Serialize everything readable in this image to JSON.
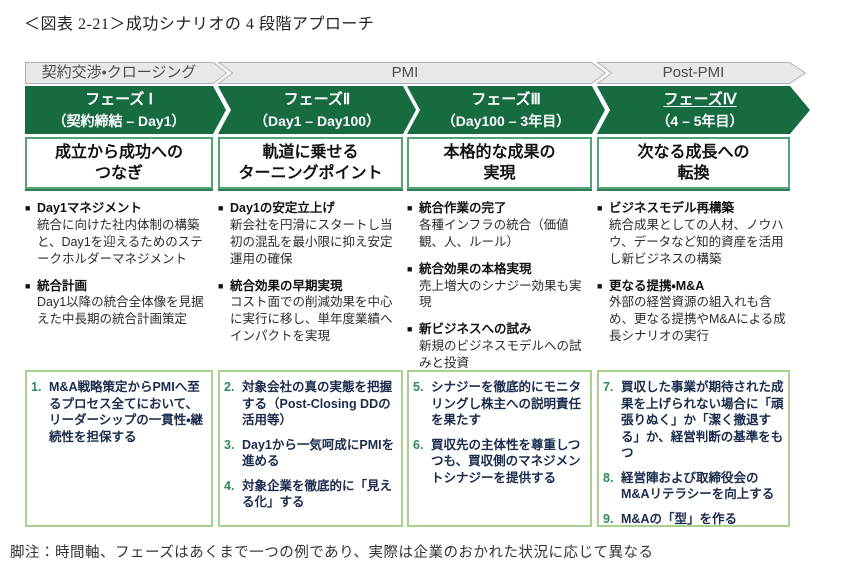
{
  "figure": {
    "title": "＜図表 2-21＞成功シナリオの 4 段階アプローチ",
    "footnote": "脚注：時間軸、フェーズはあくまで一つの例であり、実際は企業のおかれた状況に応じて異なる"
  },
  "colors": {
    "phase_arrow_green": "#176b41",
    "timeline_band_fill": "#e8e8e8",
    "timeline_band_stroke": "#b0b0b0",
    "headline_box_border": "#53a377",
    "action_box_border": "#a9d18e",
    "action_number_green": "#2e8b57",
    "action_text_navy": "#1a2b4c"
  },
  "timeline": {
    "bands": [
      {
        "label": "契約交渉・クロージング"
      },
      {
        "label": "PMI"
      },
      {
        "label": "Post-PMI"
      }
    ]
  },
  "phases": [
    {
      "name": "フェーズ Ⅰ",
      "period": "（契約締結 – Day1）",
      "headline": "成立から成功への\nつなぎ",
      "bullets": [
        {
          "title": "Day1マネジメント",
          "body": "統合に向けた社内体制の構築と、Day1を迎えるためのステークホルダーマネジメント"
        },
        {
          "title": "統合計画",
          "body": "Day1以降の統合全体像を見据えた中長期の統合計画策定"
        }
      ],
      "actions": [
        {
          "num": "1.",
          "text": "M&A戦略策定からPMIへ至るプロセス全てにおいて、リーダーシップの一貫性・継続性を担保する"
        }
      ]
    },
    {
      "name": "フェーズⅡ",
      "period": "（Day1 – Day100）",
      "headline": "軌道に乗せる\nターニングポイント",
      "bullets": [
        {
          "title": "Day1の安定立上げ",
          "body": "新会社を円滑にスタートし当初の混乱を最小限に抑え安定運用の確保"
        },
        {
          "title": "統合効果の早期実現",
          "body": "コスト面での削減効果を中心に実行に移し、単年度業績へインパクトを実現"
        }
      ],
      "actions": [
        {
          "num": "2.",
          "text": "対象会社の真の実態を把握する（Post-Closing DDの活用等）"
        },
        {
          "num": "3.",
          "text": "Day1から一気呵成にPMIを進める"
        },
        {
          "num": "4.",
          "text": "対象企業を徹底的に「見える化」する"
        }
      ]
    },
    {
      "name": "フェーズⅢ",
      "period": "（Day100 – 3年目）",
      "headline": "本格的な成果の\n実現",
      "bullets": [
        {
          "title": "統合作業の完了",
          "body": "各種インフラの統合（価値観、人、ルール）"
        },
        {
          "title": "統合効果の本格実現",
          "body": "売上増大のシナジー効果も実現"
        },
        {
          "title": "新ビジネスへの試み",
          "body": "新規のビジネスモデルへの試みと投資"
        }
      ],
      "actions": [
        {
          "num": "5.",
          "text": "シナジーを徹底的にモニタリングし株主への説明責任を果たす"
        },
        {
          "num": "6.",
          "text": "買収先の主体性を尊重しつつも、買収側のマネジメントシナジーを提供する"
        }
      ]
    },
    {
      "name": "フェーズⅣ",
      "period": "（4 – 5年目）",
      "headline": "次なる成長への\n転換",
      "bullets": [
        {
          "title": "ビジネスモデル再構築",
          "body": "統合成果としての人材、ノウハウ、データなど知的資産を活用し新ビジネスの構築"
        },
        {
          "title": "更なる提携・M&A",
          "body": "外部の経営資源の組入れも含め、更なる提携やM&Aによる成長シナリオの実行"
        }
      ],
      "actions": [
        {
          "num": "7.",
          "text": "買収した事業が期待された成果を上げられない場合に「頑張りぬく」か「潔く撤退する」か、経営判断の基準をもつ"
        },
        {
          "num": "8.",
          "text": "経営陣および取締役会のM&Aリテラシーを向上する"
        },
        {
          "num": "9.",
          "text": "M&Aの「型」を作る"
        }
      ]
    }
  ]
}
